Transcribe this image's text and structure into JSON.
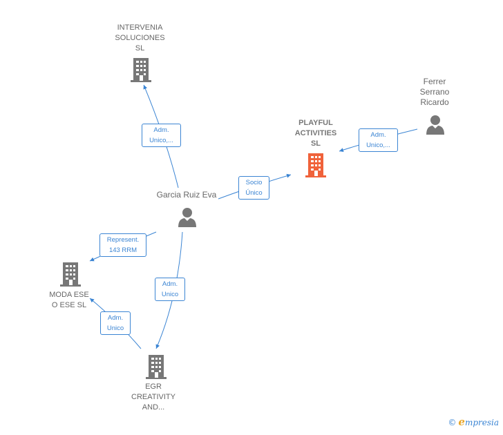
{
  "nodes": {
    "intervenia": {
      "label": [
        "INTERVENIA",
        "SOLUCIONES",
        "SL"
      ]
    },
    "playful": {
      "label": [
        "PLAYFUL",
        "ACTIVITIES",
        "SL"
      ]
    },
    "ferrer": {
      "label": [
        "Ferrer",
        "Serrano",
        "Ricardo"
      ]
    },
    "garcia": {
      "label": [
        "Garcia Ruiz Eva"
      ]
    },
    "moda": {
      "label": [
        "MODA ESE",
        "O ESE SL"
      ]
    },
    "egr": {
      "label": [
        "EGR",
        "CREATIVITY",
        "AND..."
      ]
    }
  },
  "edges": {
    "e1": {
      "label": [
        "Adm.",
        "Unico,..."
      ]
    },
    "e2": {
      "label": [
        "Socio",
        "Único"
      ]
    },
    "e3": {
      "label": [
        "Adm.",
        "Unico,..."
      ]
    },
    "e4": {
      "label": [
        "Represent.",
        "143 RRM"
      ]
    },
    "e5": {
      "label": [
        "Adm.",
        "Unico"
      ]
    },
    "e6": {
      "label": [
        "Adm.",
        "Unico"
      ]
    }
  },
  "colors": {
    "edge": "#3a84d3",
    "company_icon": "#777777",
    "main_company_icon": "#f0623a",
    "person_icon": "#777777"
  },
  "brand": {
    "copyright": "©",
    "name_first": "e",
    "name_rest": "mpresia"
  }
}
